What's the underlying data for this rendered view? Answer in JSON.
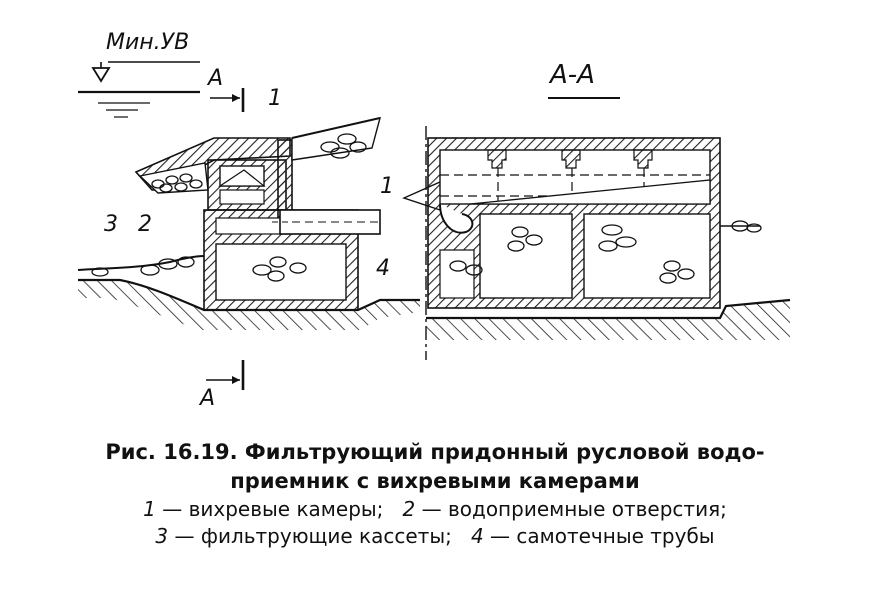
{
  "labels": {
    "min_level": "Мин.УВ",
    "section_mark_top": "А",
    "section_mark_bottom": "А",
    "section_title": "А-А",
    "n1": "1",
    "n2": "2",
    "n3": "3",
    "n4": "4",
    "n1_section": "1"
  },
  "caption": {
    "line1": "Рис. 16.19. Фильтрующий придонный русловой водо-",
    "line2": "приемник с вихревыми камерами",
    "legend": [
      {
        "num": "1",
        "sep": " — ",
        "text": "вихревые камеры;"
      },
      {
        "num": "2",
        "sep": " — ",
        "text": "водоприемные отверстия;"
      },
      {
        "num": "3",
        "sep": " — ",
        "text": "фильтрующие кассеты;"
      },
      {
        "num": "4",
        "sep": " — ",
        "text": "самотечные трубы"
      }
    ]
  }
}
